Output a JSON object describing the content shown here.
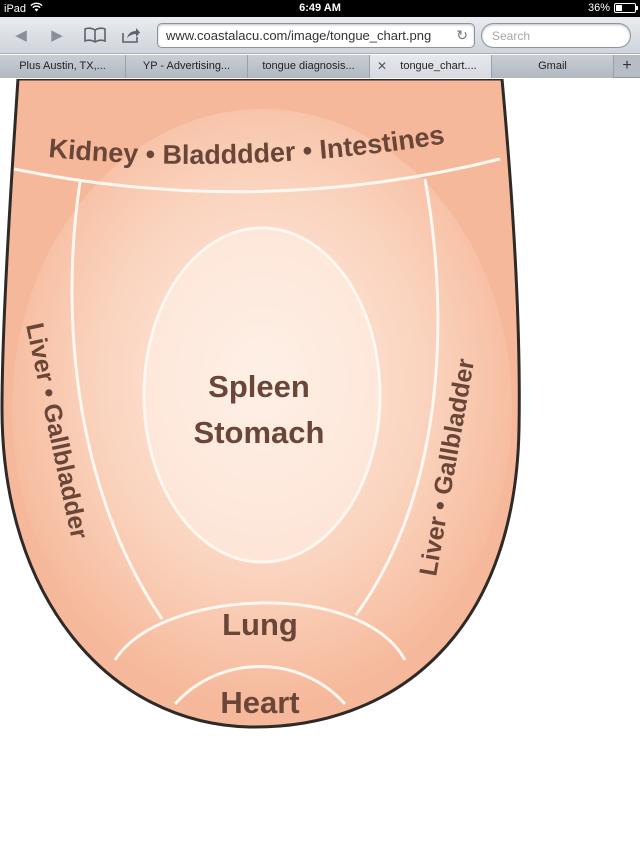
{
  "status_bar": {
    "device": "iPad",
    "time": "6:49 AM",
    "battery": "36%",
    "battery_level": 0.36
  },
  "toolbar": {
    "url": "www.coastalacu.com/image/tongue_chart.png",
    "search_placeholder": "Search"
  },
  "tabs": [
    {
      "label": "Plus Austin, TX,..."
    },
    {
      "label": "YP - Advertising..."
    },
    {
      "label": "tongue diagnosis..."
    },
    {
      "label": "tongue_chart...."
    },
    {
      "label": "Gmail"
    }
  ],
  "image": {
    "zones": {
      "top": "Kidney • Bladddder • Intestines",
      "left": "Liver • Gallbladder",
      "right": "Liver • Gallbladder",
      "center_1": "Spleen",
      "center_2": "Stomach",
      "lung": "Lung",
      "heart": "Heart"
    },
    "colors": {
      "fill": "#f6b89a",
      "center": "#fff6ef",
      "outline": "#2e2a28",
      "lines": "#fff7f0",
      "text": "#6a4638"
    }
  }
}
